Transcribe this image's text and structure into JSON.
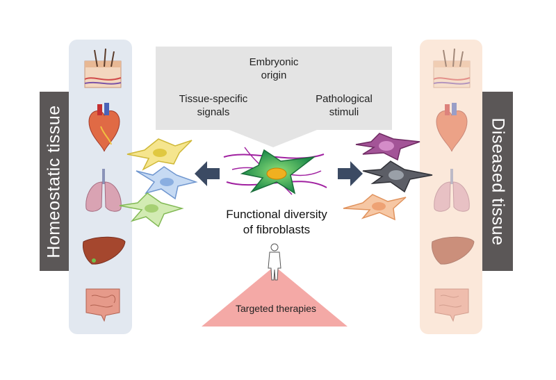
{
  "labels": {
    "left_side": "Homeostatic tissue",
    "right_side": "Diseased tissue",
    "embryonic": [
      "Embryonic",
      "origin"
    ],
    "tissue_signals": [
      "Tissue-specific",
      "signals"
    ],
    "pathological": [
      "Pathological",
      "stimuli"
    ],
    "center": [
      "Functional diversity",
      "of fibroblasts"
    ],
    "therapy": "Targeted therapies"
  },
  "organs": [
    "skin",
    "heart",
    "lungs",
    "liver",
    "intestine"
  ],
  "colors": {
    "homeostatic_panel": "#e2e8f0",
    "diseased_panel": "#fbe8da",
    "side_label_bg": "#5b5757",
    "arrow_navy": "#3b4a63",
    "therapy_triangle": "#f4a9a6",
    "central_cell": "#2fa65a",
    "ecm_fibers": "#a020a0",
    "healthy_cells": [
      "#f2e07a",
      "#aac6ea",
      "#b8dd8e"
    ],
    "diseased_cells": [
      "#9a4a8e",
      "#5a5c63",
      "#f1b184"
    ]
  }
}
